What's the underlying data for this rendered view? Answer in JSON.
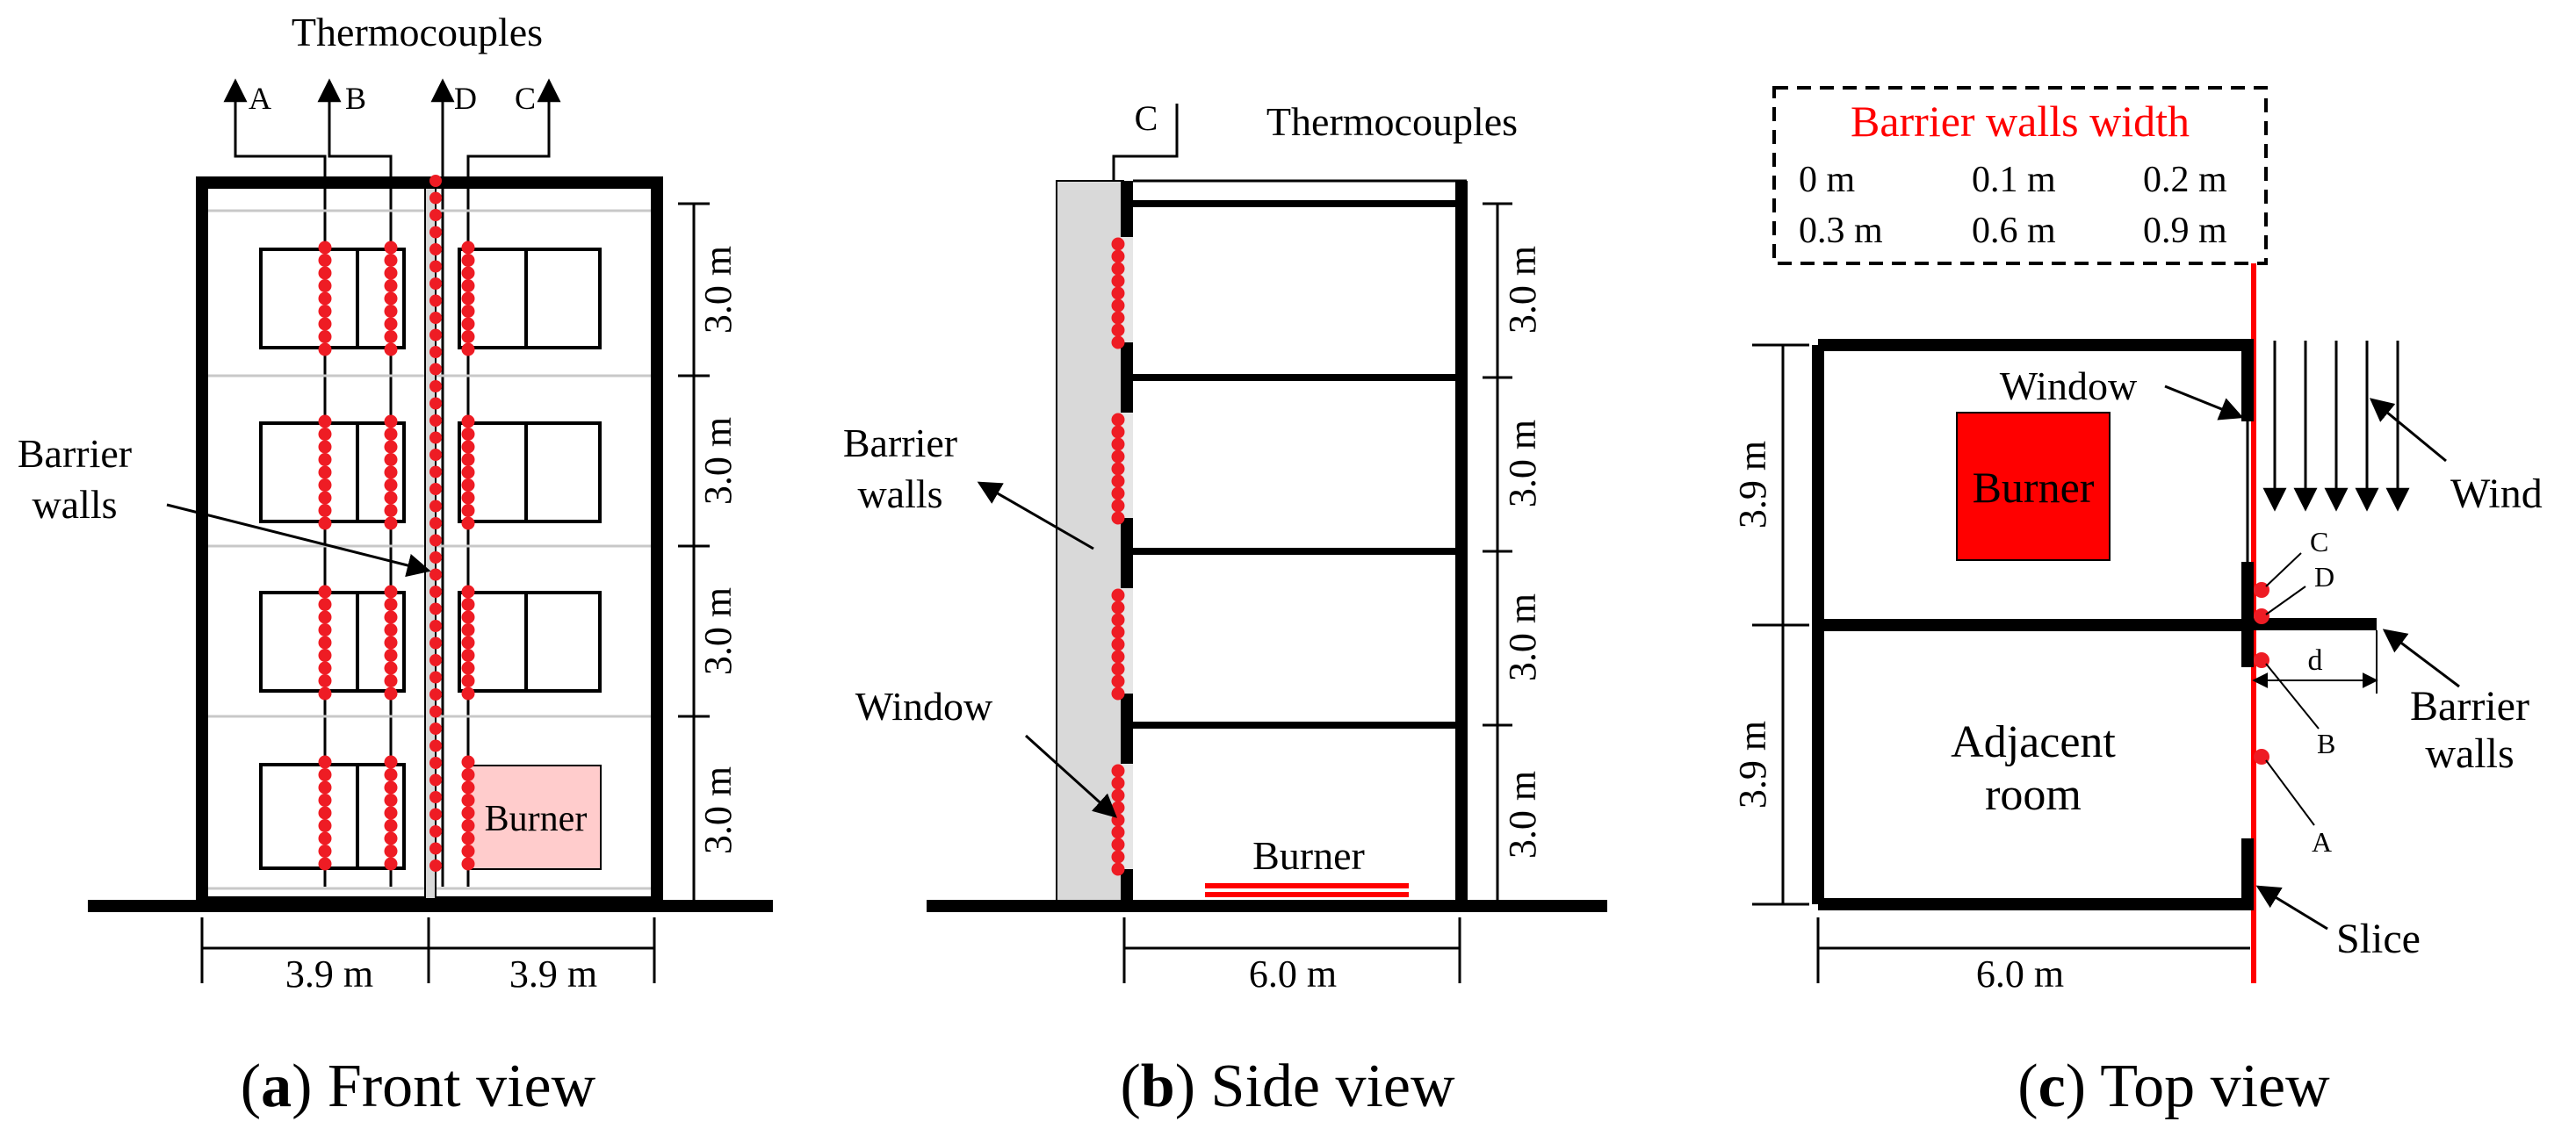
{
  "colors": {
    "line": "#000000",
    "red": "#ff0000",
    "dot": "#ee1c24",
    "burner_fill_front": "#ffcccc",
    "barrier_grey": "#d9d9d9",
    "wall_grey": "#bfbfbf",
    "floor_line": "#c8c8c8"
  },
  "panels": {
    "a": {
      "title": "Thermocouples",
      "probe_labels": [
        "A",
        "B",
        "D",
        "C"
      ],
      "dim_height": [
        "3.0 m",
        "3.0 m",
        "3.0 m",
        "3.0 m"
      ],
      "dim_width": [
        "3.9 m",
        "3.9 m"
      ],
      "barrier_label": [
        "Barrier",
        "walls"
      ],
      "burner_label": "Burner",
      "caption_letter": "a",
      "caption_rest": "Front view"
    },
    "b": {
      "probe_label": "C",
      "title": "Thermocouples",
      "barrier_label": [
        "Barrier",
        "walls"
      ],
      "window_label": "Window",
      "burner_label": "Burner",
      "dim_height": [
        "3.0 m",
        "3.0 m",
        "3.0 m",
        "3.0 m"
      ],
      "dim_width": "6.0 m",
      "caption_letter": "b",
      "caption_rest": "Side view"
    },
    "c": {
      "legend_title": "Barrier walls width",
      "legend_values": [
        "0 m",
        "0.1 m",
        "0.2 m",
        "0.3 m",
        "0.6 m",
        "0.9 m"
      ],
      "window_label": "Window",
      "burner_label": "Burner",
      "wind_label": "Wind",
      "adjacent_label": [
        "Adjacent",
        "room"
      ],
      "barrier_label": [
        "Barrier",
        "walls"
      ],
      "probe_labels": [
        "C",
        "D",
        "B",
        "A"
      ],
      "d_label": "d",
      "slice_label": "Slice",
      "dim_height": [
        "3.9 m",
        "3.9 m"
      ],
      "dim_width": "6.0 m",
      "caption_letter": "c",
      "caption_rest": "Top view"
    }
  }
}
